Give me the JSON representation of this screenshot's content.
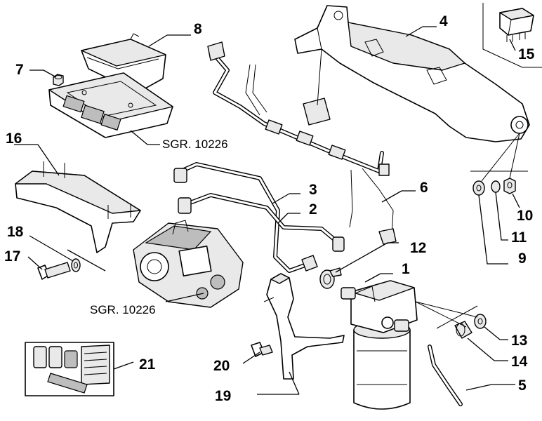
{
  "diagram": {
    "callouts": {
      "c1": "1",
      "c2": "2",
      "c3": "3",
      "c4": "4",
      "c5": "5",
      "c6": "6",
      "c7": "7",
      "c8": "8",
      "c9": "9",
      "c10": "10",
      "c11": "11",
      "c12": "12",
      "c13": "13",
      "c14": "14",
      "c15": "15",
      "c16": "16",
      "c17": "17",
      "c18": "18",
      "c19": "19",
      "c20": "20",
      "c21": "21"
    },
    "references": {
      "ecu_ref": "SGR. 10226",
      "pump_ref": "SGR. 10226"
    }
  }
}
